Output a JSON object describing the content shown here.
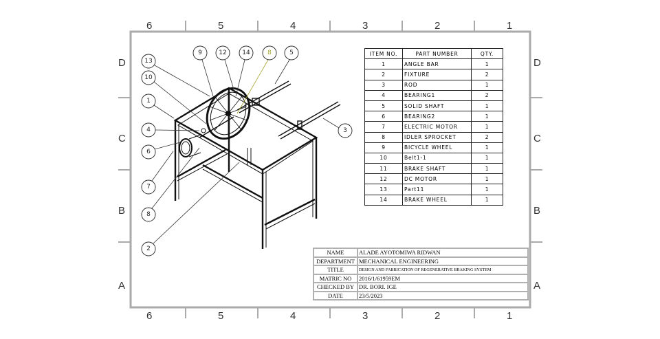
{
  "sheet": {
    "zones_top": [
      "6",
      "5",
      "4",
      "3",
      "2",
      "1"
    ],
    "zones_bottom": [
      "6",
      "5",
      "4",
      "3",
      "2",
      "1"
    ],
    "zones_left": [
      "D",
      "C",
      "B",
      "A"
    ],
    "zones_right": [
      "D",
      "C",
      "B",
      "A"
    ],
    "border_color": "#aaaaaa"
  },
  "balloons": {
    "b9": "9",
    "b12": "12",
    "b14": "14",
    "b8_top": "8",
    "b5": "5",
    "b13": "13",
    "b10": "10",
    "b1": "1",
    "b4": "4",
    "b6": "6",
    "b7": "7",
    "b8": "8",
    "b2": "2",
    "b3": "3",
    "highlight_color": "#a3a32a"
  },
  "bom": {
    "headers": [
      "ITEM NO.",
      "PART NUMBER",
      "QTY."
    ],
    "rows": [
      {
        "item": "1",
        "part": "ANGLE BAR",
        "qty": "1"
      },
      {
        "item": "2",
        "part": "FIXTURE",
        "qty": "2"
      },
      {
        "item": "3",
        "part": "ROD",
        "qty": "1"
      },
      {
        "item": "4",
        "part": "BEARING1",
        "qty": "2"
      },
      {
        "item": "5",
        "part": "SOLID SHAFT",
        "qty": "1"
      },
      {
        "item": "6",
        "part": "BEARING2",
        "qty": "1"
      },
      {
        "item": "7",
        "part": "ELECTRIC MOTOR",
        "qty": "1"
      },
      {
        "item": "8",
        "part": "IDLER SPROCKET",
        "qty": "2"
      },
      {
        "item": "9",
        "part": "BICYCLE WHEEL",
        "qty": "1"
      },
      {
        "item": "10",
        "part": "Belt1-1",
        "qty": "1"
      },
      {
        "item": "11",
        "part": "BRAKE SHAFT",
        "qty": "1"
      },
      {
        "item": "12",
        "part": "DC MOTOR",
        "qty": "1"
      },
      {
        "item": "13",
        "part": "Part11",
        "qty": "1"
      },
      {
        "item": "14",
        "part": "BRAKE WHEEL",
        "qty": "1"
      }
    ]
  },
  "title_block": {
    "name_label": "NAME",
    "name": "ALADE AYOTOMIWA RIDWAN",
    "department_label": "DEPARTMENT",
    "department": "MECHANICAL ENGINEERING",
    "title_label": "TITLE",
    "title": "DESIGN AND FABRICATION OF REGENERATIVE BRAKING SYSTEM",
    "matric_label": "MATRIC NO",
    "matric": "2016/1/61959EM",
    "checked_label": "CHECKED BY",
    "checked": "DR. BORI. IGE",
    "date_label": "DATE",
    "date": "23/5/2023"
  }
}
